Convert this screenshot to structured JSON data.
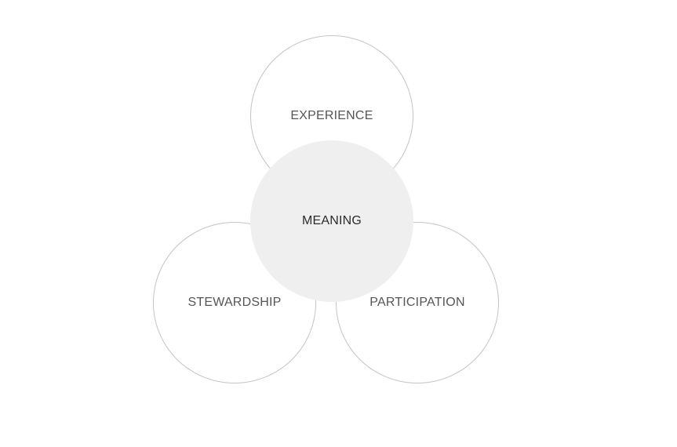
{
  "diagram": {
    "nodes": {
      "experience": "EXPERIENCE",
      "stewardship": "STEWARDSHIP",
      "participation": "PARTICIPATION",
      "meaning": "MEANING"
    },
    "colors": {
      "outer_fill": "#ffffff",
      "outer_stroke": "#c4c4c4",
      "center_fill": "#efefef",
      "outer_text": "#555555",
      "center_text": "#2b2b2b"
    }
  }
}
